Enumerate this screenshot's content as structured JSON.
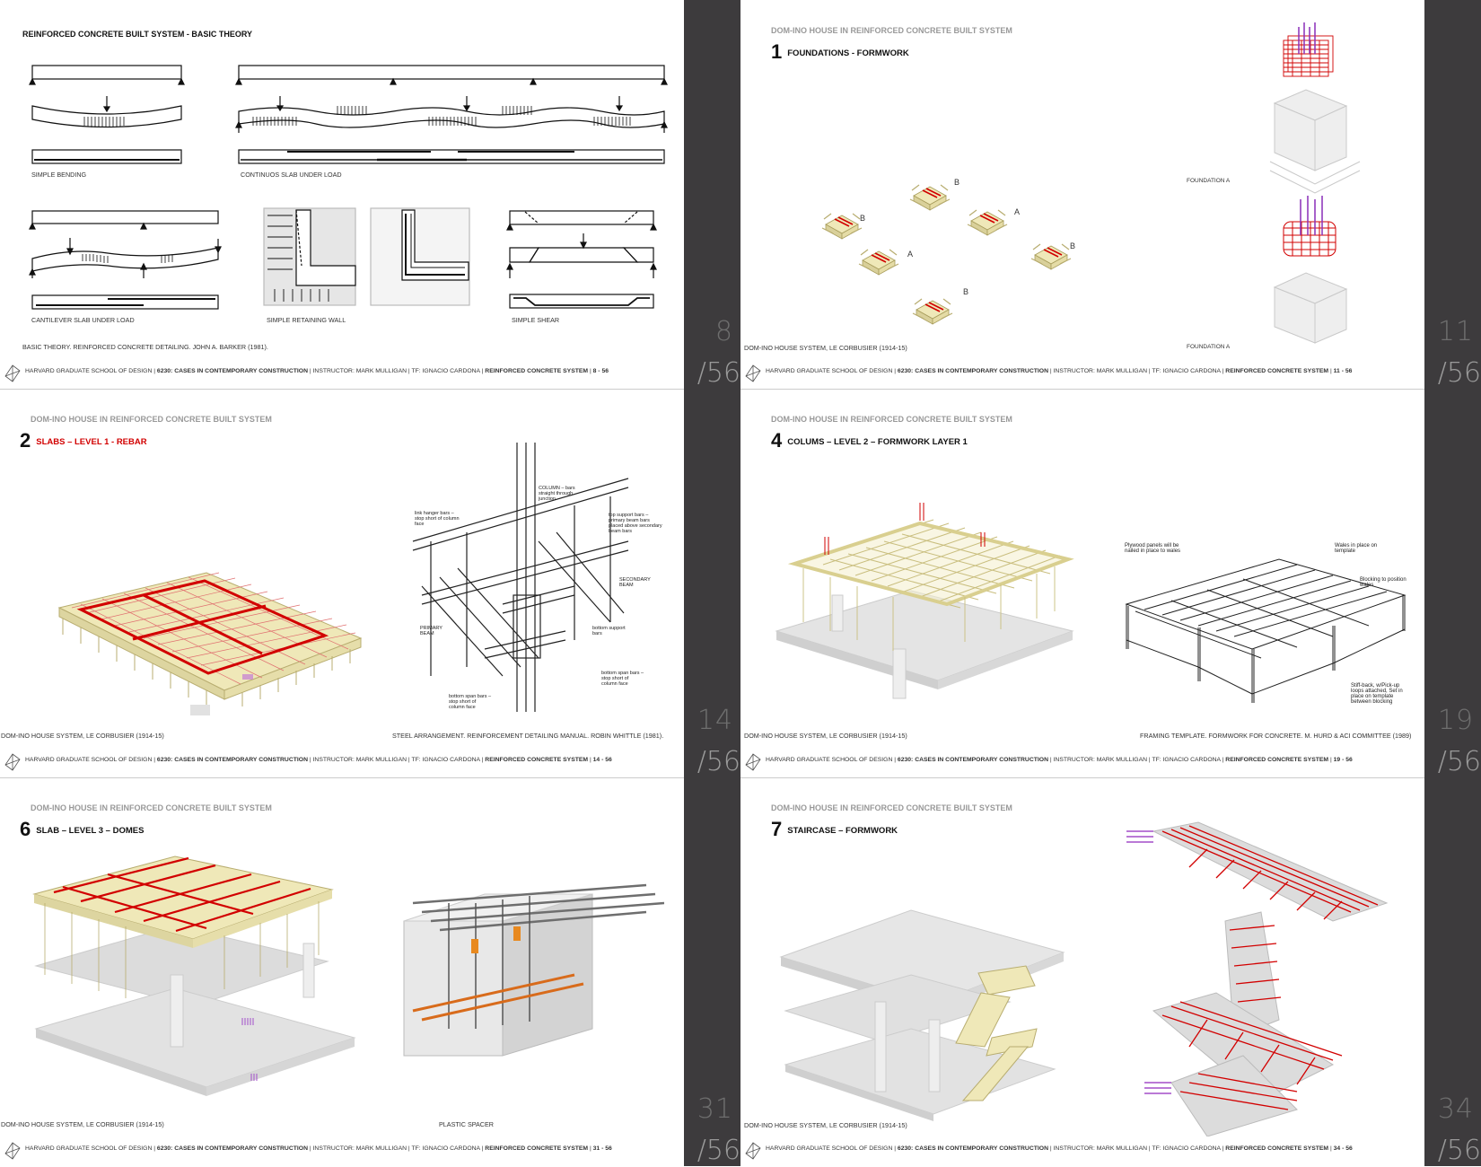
{
  "colors": {
    "bar": "#3d3b3d",
    "red": "#d20000",
    "formwork": "#efe8b8",
    "concrete": "#d9d9d9"
  },
  "footer": {
    "school": "HARVARD GRADUATE SCHOOL OF DESIGN",
    "course": "6230:  CASES IN CONTEMPORARY CONSTRUCTION",
    "instructor": "INSTRUCTOR: MARK MULLIGAN",
    "tf": "TF: IGNACIO CARDONA",
    "system": "REINFORCED CONCRETE SYSTEM"
  },
  "panels": [
    {
      "id": "p8",
      "title": "REINFORCED CONCRETE BUILT SYSTEM - BASIC THEORY",
      "captions": {
        "simple_bending": "SIMPLE BENDING",
        "continuous": "CONTINUOS SLAB UNDER LOAD",
        "cantilever": "CANTILEVER SLAB UNDER LOAD",
        "retaining": "SIMPLE RETAINING WALL",
        "shear": "SIMPLE SHEAR",
        "source": "BASIC THEORY. REINFORCED CONCRETE DETAILING. JOHN A. BARKER (1981)."
      },
      "page": "8",
      "total": "/56",
      "footer_page": "8 - 56"
    },
    {
      "id": "p11",
      "header": "DOM-INO HOUSE IN REINFORCED CONCRETE BUILT SYSTEM",
      "num": "1",
      "title": "FOUNDATIONS - FORMWORK",
      "captions": {
        "foundation_a1": "FOUNDATION A",
        "foundation_a2": "FOUNDATION A",
        "source": "DOM-INO HOUSE SYSTEM, LE CORBUSIER (1914-15)"
      },
      "labels": [
        "B",
        "A",
        "B",
        "A",
        "B",
        "B"
      ],
      "page": "11",
      "total": "/56",
      "footer_page": "11 - 56"
    },
    {
      "id": "p14",
      "header": "DOM-INO HOUSE IN REINFORCED CONCRETE BUILT SYSTEM",
      "num": "2",
      "title": "SLABS – LEVEL 1 - REBAR",
      "captions": {
        "source": "DOM-INO HOUSE SYSTEM, LE CORBUSIER (1914-15)",
        "steel": "STEEL ARRANGEMENT. REINFORCEMENT DETAILING MANUAL.  ROBIN WHITTLE (1981)."
      },
      "notes": {
        "column": "COLUMN – bars straight through junction",
        "link": "link hanger bars – stop short of column face",
        "top": "top support bars – primary beam bars placed above secondary beam bars",
        "secondary": "SECONDARY BEAM",
        "primary": "PRIMARY BEAM",
        "bottom_support": "bottom support bars",
        "bottom_span1": "bottom span bars – stop short of column face",
        "bottom_span2": "bottom span bars – stop short of column face"
      },
      "page": "14",
      "total": "/56",
      "footer_page": "14 - 56"
    },
    {
      "id": "p19",
      "header": "DOM-INO HOUSE IN REINFORCED CONCRETE BUILT SYSTEM",
      "num": "4",
      "title": "COLUMS  – LEVEL 2 – FORMWORK LAYER 1",
      "captions": {
        "source": "DOM-INO HOUSE SYSTEM, LE CORBUSIER (1914-15)",
        "framing": "FRAMING TEMPLATE.  FORMWORK FOR CONCRETE. M. HURD & ACI COMMITTEE (1989)"
      },
      "notes": {
        "plywood": "Plywood panels will be nailed in place to wales",
        "wales": "Wales in place on template",
        "blocking": "Blocking to position wales",
        "stiff": "Stiff-back, w/Pick-up loops attached, Set in place on template between blocking"
      },
      "page": "19",
      "total": "/56",
      "footer_page": "19 - 56"
    },
    {
      "id": "p31",
      "header": "DOM-INO HOUSE IN REINFORCED CONCRETE BUILT SYSTEM",
      "num": "6",
      "title": "SLAB  – LEVEL 3 – DOMES",
      "captions": {
        "source": "DOM-INO HOUSE SYSTEM, LE CORBUSIER (1914-15)",
        "spacer": "PLASTIC SPACER"
      },
      "page": "31",
      "total": "/56",
      "footer_page": "31 - 56"
    },
    {
      "id": "p34",
      "header": "DOM-INO HOUSE IN REINFORCED CONCRETE BUILT SYSTEM",
      "num": "7",
      "title": "STAIRCASE – FORMWORK",
      "captions": {
        "source": "DOM-INO HOUSE SYSTEM, LE CORBUSIER (1914-15)"
      },
      "page": "34",
      "total": "/56",
      "footer_page": "34 - 56"
    }
  ]
}
